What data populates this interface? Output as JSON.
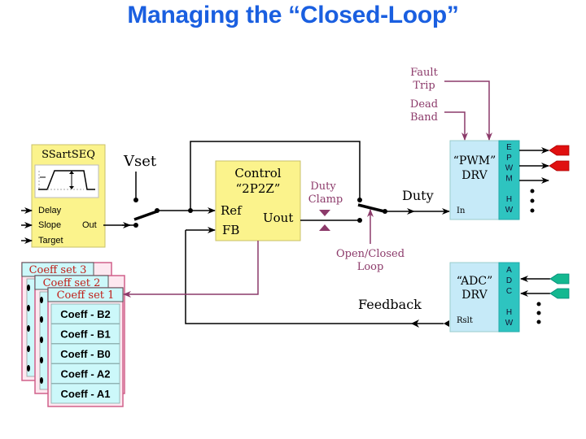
{
  "title": "Managing the “Closed-Loop”",
  "colors": {
    "title": "#1a5fe0",
    "block_yellow": "#fbf38c",
    "block_blue": "#c6eaf8",
    "hw_teal": "#2ec4c0",
    "accent_magenta": "#8c3a6a",
    "pwm_pin": "#e01010",
    "adc_pin": "#14b890",
    "coeff_header_text": "#c0201a",
    "coeff_cell": "#ccf8fa",
    "coeff_border": "#d0608a"
  },
  "ssartseq": {
    "title": "SSartSEQ",
    "inputs": [
      "Delay",
      "Slope",
      "Target"
    ],
    "output": "Out"
  },
  "vset_label": "Vset",
  "control": {
    "title_line1": "Control",
    "title_line2": "“2P2Z”",
    "ref": "Ref",
    "fb": "FB",
    "uout": "Uout"
  },
  "duty_clamp": {
    "line1": "Duty",
    "line2": "Clamp"
  },
  "open_closed": {
    "line1": "Open/Closed",
    "line2": "Loop"
  },
  "duty_label": "Duty",
  "feedback_label": "Feedback",
  "fault_trip": {
    "line1": "Fault",
    "line2": "Trip"
  },
  "dead_band": {
    "line1": "Dead",
    "line2": "Band"
  },
  "pwm": {
    "title_line1": "“PWM”",
    "title_line2": "DRV",
    "input": "In",
    "hw_letters": [
      "E",
      "P",
      "W",
      "M",
      "",
      "H",
      "W"
    ]
  },
  "adc": {
    "title_line1": "“ADC”",
    "title_line2": "DRV",
    "output": "Rslt",
    "hw_letters": [
      "A",
      "D",
      "C",
      "",
      "H",
      "W"
    ]
  },
  "coeff_sets": {
    "headers": [
      "Coeff set 3",
      "Coeff set 2",
      "Coeff set 1"
    ],
    "rows": [
      "Coeff - B2",
      "Coeff - B1",
      "Coeff - B0",
      "Coeff - A2",
      "Coeff - A1"
    ]
  }
}
